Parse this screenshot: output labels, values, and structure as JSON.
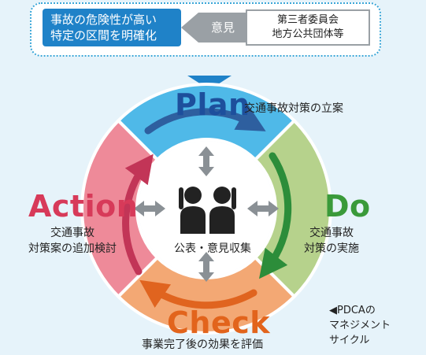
{
  "top": {
    "risk_line1": "事故の危険性が高い",
    "risk_line2": "特定の区間を明確化",
    "opinion": "意見",
    "third_line1": "第三者委員会",
    "third_line2": "地方公共団体等"
  },
  "cycle": {
    "plan": {
      "title": "Plan",
      "desc": "交通事故対策の立案",
      "color": "#1d4f9c"
    },
    "do": {
      "title": "Do",
      "desc1": "交通事故",
      "desc2": "対策の実施",
      "color": "#3a9a3a"
    },
    "check": {
      "title": "Check",
      "desc": "事業完了後の効果を評価",
      "color": "#e2641c"
    },
    "action": {
      "title": "Action",
      "desc1": "交通事故",
      "desc2": "対策案の追加検討",
      "color": "#d73a59"
    },
    "center": "公表・意見収集"
  },
  "note": {
    "line1": "◀PDCAの",
    "line2": "マネジメント",
    "line3": "サイクル"
  },
  "colors": {
    "plan_fill": "#4fb9e8",
    "do_fill": "#b6d28c",
    "check_fill": "#f3a874",
    "action_fill": "#ee8a99",
    "arrow_gray": "#8a9095",
    "people": "#222222"
  },
  "icons": [
    "two-people-icon",
    "double-arrow-icon"
  ]
}
